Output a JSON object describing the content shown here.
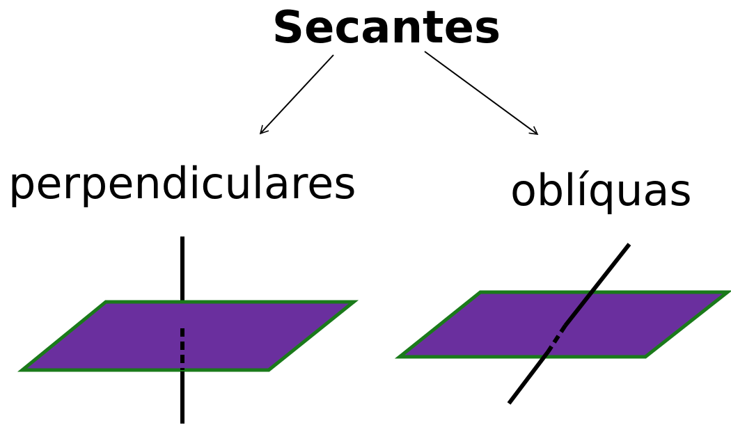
{
  "title": "Secantes",
  "branches": [
    {
      "label": "perpendiculares"
    },
    {
      "label": "oblíquas"
    }
  ],
  "colors": {
    "plane_fill": "#6a2f9e",
    "plane_border": "#1a7a1a",
    "line": "#000000"
  }
}
